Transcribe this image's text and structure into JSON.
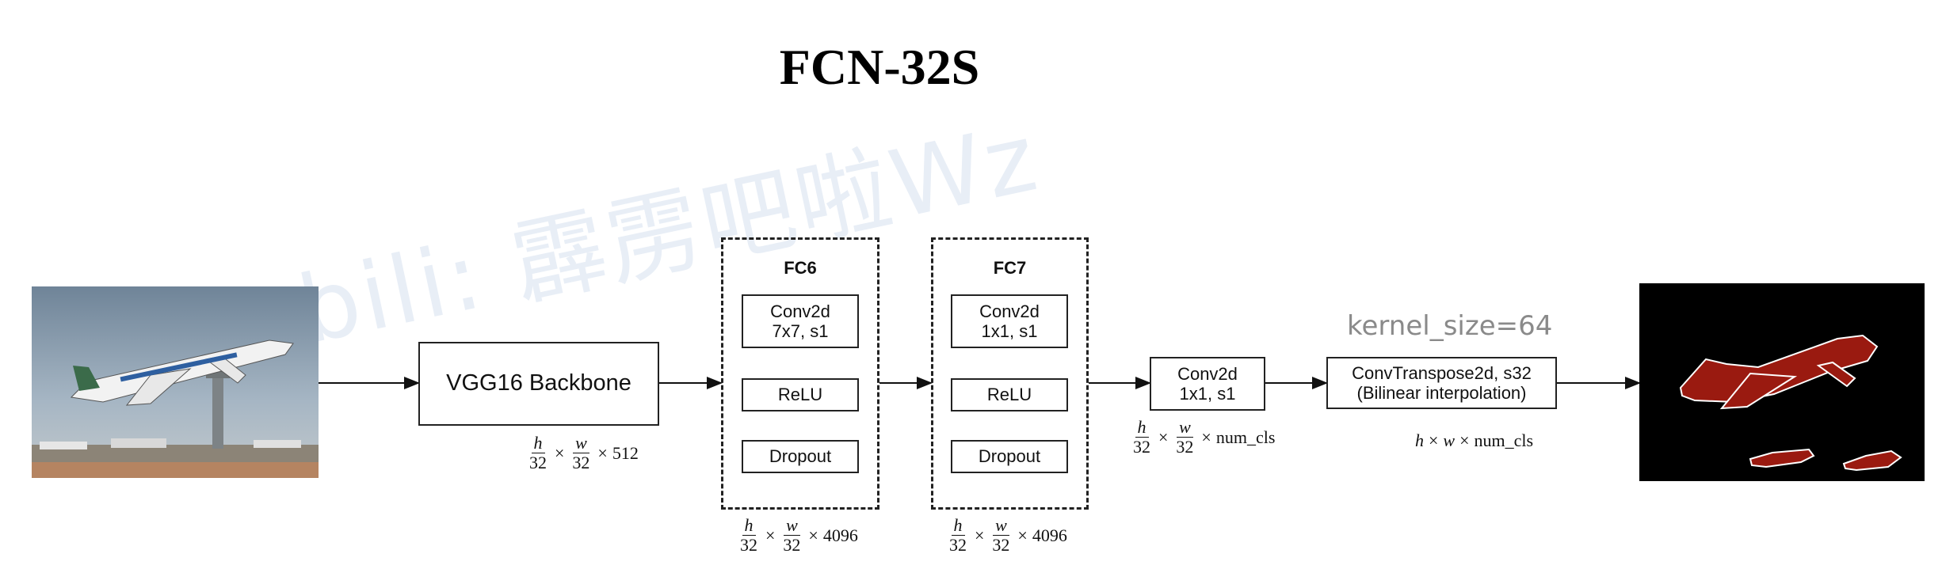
{
  "title": "FCN-32S",
  "watermark": "bili: 霹雳吧啦Wz",
  "backbone": {
    "label": "VGG16 Backbone",
    "dim_h": "h",
    "dim_w": "w",
    "dim_den": "32",
    "times": "×",
    "channels": "512"
  },
  "fc6": {
    "title": "FC6",
    "conv_line1": "Conv2d",
    "conv_line2": "7x7, s1",
    "relu": "ReLU",
    "dropout": "Dropout",
    "dim_h": "h",
    "dim_w": "w",
    "dim_den": "32",
    "times": "×",
    "channels": "4096"
  },
  "fc7": {
    "title": "FC7",
    "conv_line1": "Conv2d",
    "conv_line2": "1x1, s1",
    "relu": "ReLU",
    "dropout": "Dropout",
    "dim_h": "h",
    "dim_w": "w",
    "dim_den": "32",
    "times": "×",
    "channels": "4096"
  },
  "conv_final": {
    "line1": "Conv2d",
    "line2": "1x1, s1",
    "dim_h": "h",
    "dim_w": "w",
    "dim_den": "32",
    "times": "×",
    "channels": "num_cls"
  },
  "transpose": {
    "line1": "ConvTranspose2d, s32",
    "line2": "(Bilinear interpolation)",
    "kernel_label": "kernel_size=64",
    "dim_h": "h",
    "dim_w": "w",
    "times": "×",
    "channels": "num_cls"
  },
  "colors": {
    "segmentation_bg": "#000000",
    "segmentation_fg": "#9a1a10",
    "sky": "#8fa3b8",
    "watermark": "#e8eef6"
  }
}
